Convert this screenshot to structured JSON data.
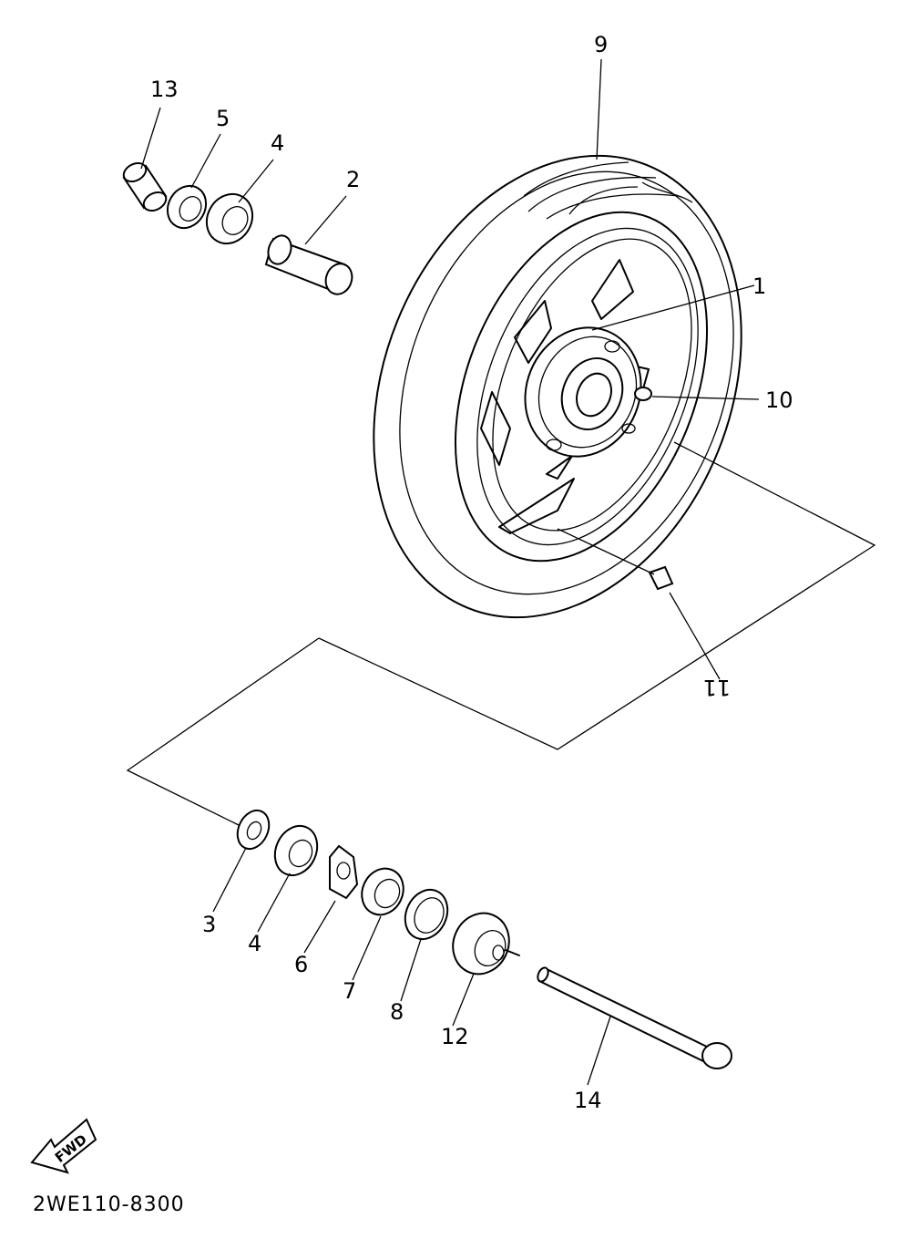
{
  "callouts": {
    "c1": "1",
    "c2": "2",
    "c3": "3",
    "c4a": "4",
    "c4b": "4",
    "c5": "5",
    "c6": "6",
    "c7": "7",
    "c8": "8",
    "c9": "9",
    "c10": "10",
    "c11": "11",
    "c12": "12",
    "c13": "13",
    "c14": "14"
  },
  "direction_label": "FWD",
  "diagram_code": "2WE110-8300",
  "icons": {
    "direction": "fwd-arrow-icon"
  }
}
